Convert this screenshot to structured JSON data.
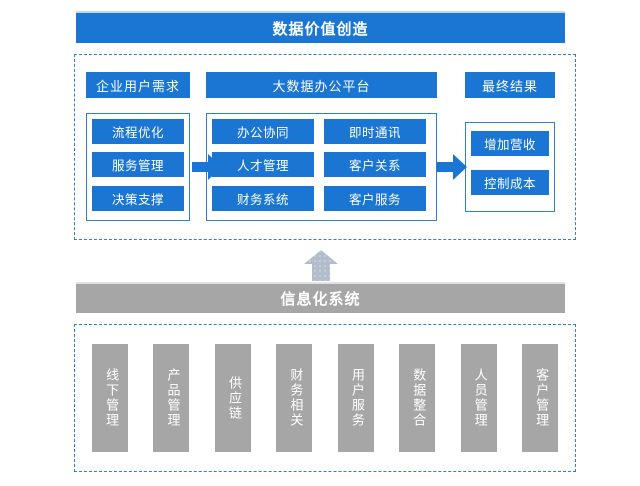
{
  "top_title": "数据价值创造",
  "upper": {
    "columns": [
      {
        "header": "企业用户需求",
        "items": [
          "流程优化",
          "服务管理",
          "决策支撑"
        ]
      },
      {
        "header": "大数据办公平台",
        "items_col_a": [
          "办公协同",
          "人才管理",
          "财务系统"
        ],
        "items_col_b": [
          "即时通讯",
          "客户关系",
          "客户服务"
        ]
      },
      {
        "header": "最终结果",
        "items": [
          "增加营收",
          "控制成本"
        ]
      }
    ]
  },
  "middle_title": "信息化系统",
  "lower": {
    "items": [
      "线下管理",
      "产品管理",
      "供应链",
      "财务相关",
      "用户服务",
      "数据整合",
      "人员管理",
      "客户管理"
    ]
  },
  "colors": {
    "blue": "#1a76d2",
    "blue_border": "#2d7fd3",
    "gray": "#a6a6a6",
    "gray_arrow": "#b3bccb",
    "white": "#ffffff"
  }
}
